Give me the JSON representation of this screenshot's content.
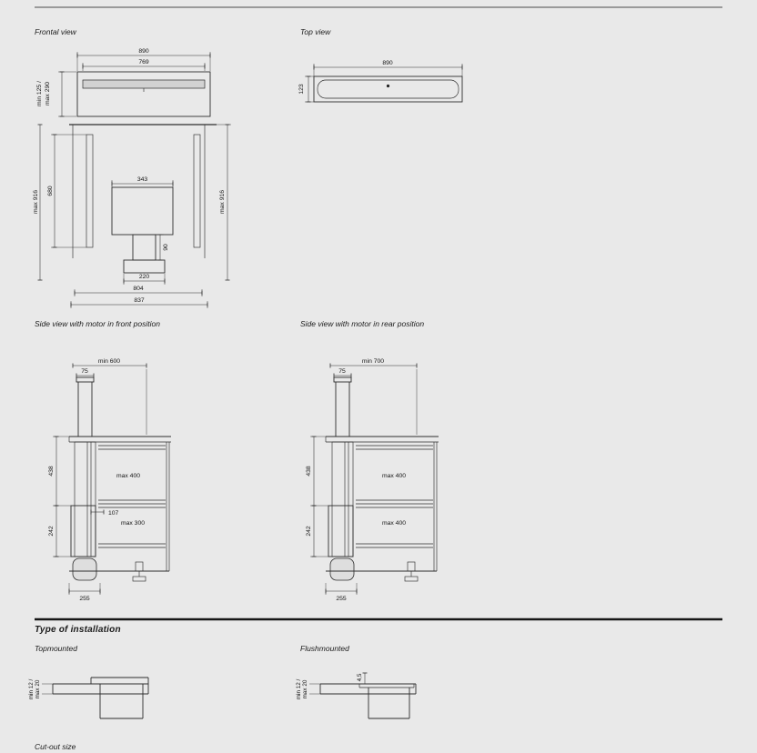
{
  "colors": {
    "background": "#e9e9e9",
    "line": "#2d2d2d"
  },
  "views": {
    "frontal": {
      "title": "Frontal view",
      "dims": {
        "d890": "890",
        "d769": "769",
        "dmin125_line1": "min 125 /",
        "dmin125_line2": "max 290",
        "dmax916_left": "max 916",
        "d680": "680",
        "dmax916_right": "max 916",
        "d343": "343",
        "d90": "90",
        "d220": "220",
        "d804": "804",
        "d837": "837"
      }
    },
    "top": {
      "title": "Top view",
      "dims": {
        "d890": "890",
        "d123": "123"
      }
    },
    "side_front": {
      "title": "Side view with motor in front position",
      "dims": {
        "dmin600": "min 600",
        "d75": "75",
        "d438": "438",
        "d242": "242",
        "dmax400": "max 400",
        "d107": "107",
        "dmax300": "max 300",
        "d255": "255"
      }
    },
    "side_rear": {
      "title": "Side view with motor in rear position",
      "dims": {
        "dmin700": "min 700",
        "d75": "75",
        "d438": "438",
        "d242": "242",
        "dmax400_upper": "max 400",
        "dmax400_lower": "max 400",
        "d255": "255"
      }
    }
  },
  "installation": {
    "heading": "Type of installation",
    "topmounted": {
      "title": "Topmounted",
      "dim_line1": "min 12 /",
      "dim_line2": "max 20"
    },
    "flushmounted": {
      "title": "Flushmounted",
      "dim_line1": "min 12 /",
      "dim_line2": "max 20",
      "d45": "4,5"
    },
    "cutout_label": "Cut-out size"
  }
}
